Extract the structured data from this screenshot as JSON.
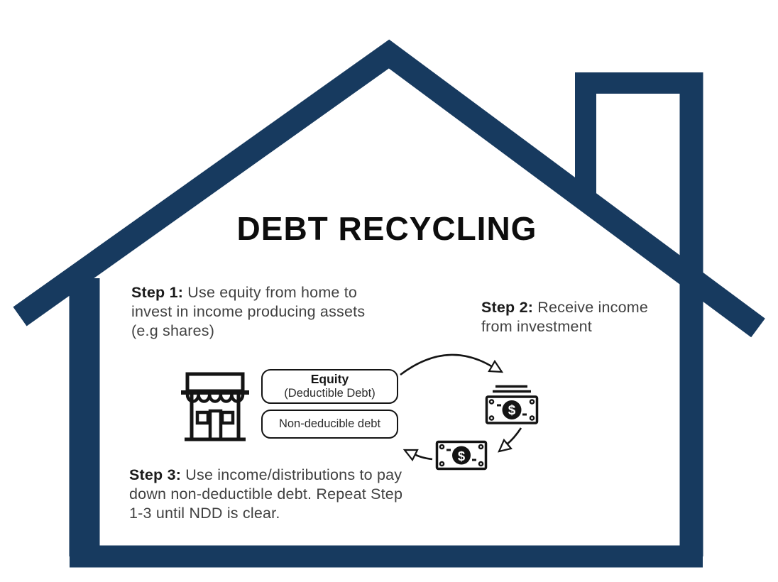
{
  "title": "DEBT RECYCLING",
  "steps": [
    {
      "label": "Step 1:",
      "text": "Use equity from home to invest in income producing assets (e.g shares)"
    },
    {
      "label": "Step 2:",
      "text": "Receive income from investment"
    },
    {
      "label": "Step 3:",
      "text": "Use income/distributions to pay down non-deductible debt. Repeat Step 1-3 until NDD is clear."
    }
  ],
  "equity_box": {
    "title": "Equity",
    "subtitle": "(Deductible Debt)"
  },
  "ndd_box": {
    "label": "Non-deducible debt"
  },
  "bills": {
    "symbol": "$"
  },
  "icons": {
    "house": "house-outline-with-chimney",
    "store": "storefront-icon",
    "bill_stack": "money-bill-stack-icon",
    "bill": "money-bill-icon",
    "arrows": "curved-arrow-icon"
  },
  "colors": {
    "house_outline": "#173a5f",
    "icon_ink": "#141414",
    "body_text": "#414141",
    "title_text": "#0d0d0d",
    "background": "#ffffff"
  }
}
